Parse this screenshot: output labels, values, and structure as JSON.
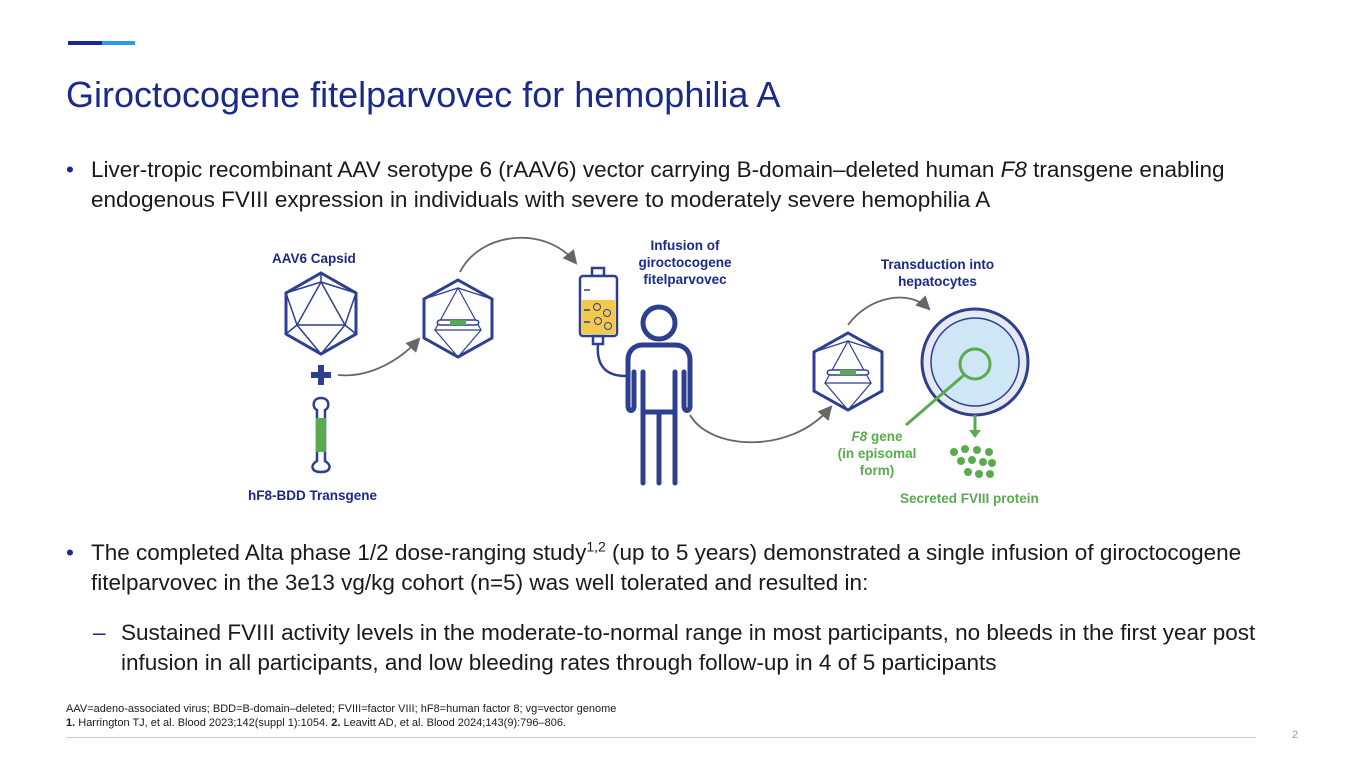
{
  "slide": {
    "title": "Giroctocogene fitelparvovec for hemophilia A",
    "bullet1": {
      "marker": "•",
      "before": "Liver-tropic recombinant AAV serotype 6 (rAAV6) vector carrying B-domain–deleted human ",
      "italic": "F8",
      "after": " transgene enabling endogenous FVIII expression in individuals with severe to moderately severe hemophilia A"
    },
    "bullet2": {
      "marker": "•",
      "before": "The completed Alta phase 1/2 dose-ranging study",
      "sup": "1,2",
      "after": " (up to 5 years) demonstrated a single infusion of giroctocogene fitelparvovec in the 3e13 vg/kg cohort (n=5) was well tolerated and resulted in:"
    },
    "subbullet": {
      "marker": "–",
      "text": "Sustained FVIII activity levels in the moderate-to-normal range in most participants, no bleeds in the first year post infusion in all participants, and low bleeding rates through follow-up in 4 of 5 participants"
    },
    "page_number": "2"
  },
  "figure": {
    "capsid_label": "AAV6 Capsid",
    "transgene_label": "hF8-BDD Transgene",
    "infusion_label_1": "Infusion of",
    "infusion_label_2": "giroctocogene",
    "infusion_label_3": "fitelparvovec",
    "transduction_label_1": "Transduction into",
    "transduction_label_2": "hepatocytes",
    "f8_italic": "F8",
    "f8_gene": " gene",
    "episomal_1": "(in episomal",
    "episomal_2": "form)",
    "secreted": "Secreted FVIII protein",
    "colors": {
      "navy": "#1a2a8c",
      "capsid": "#2d3f8f",
      "green": "#5aab4f",
      "yellow": "#f2c94c",
      "cell_fill": "#cfe6f7"
    }
  },
  "footnotes": {
    "abbrev": "AAV=adeno-associated virus; BDD=B-domain–deleted; FVIII=factor VIII; hF8=human factor 8; vg=vector genome",
    "ref1_num": "1.",
    "ref1_text": " Harrington TJ, et al. Blood 2023;142(suppl 1):1054. ",
    "ref2_num": "2.",
    "ref2_text": " Leavitt AD, et al. Blood 2024;143(9):796–806."
  }
}
